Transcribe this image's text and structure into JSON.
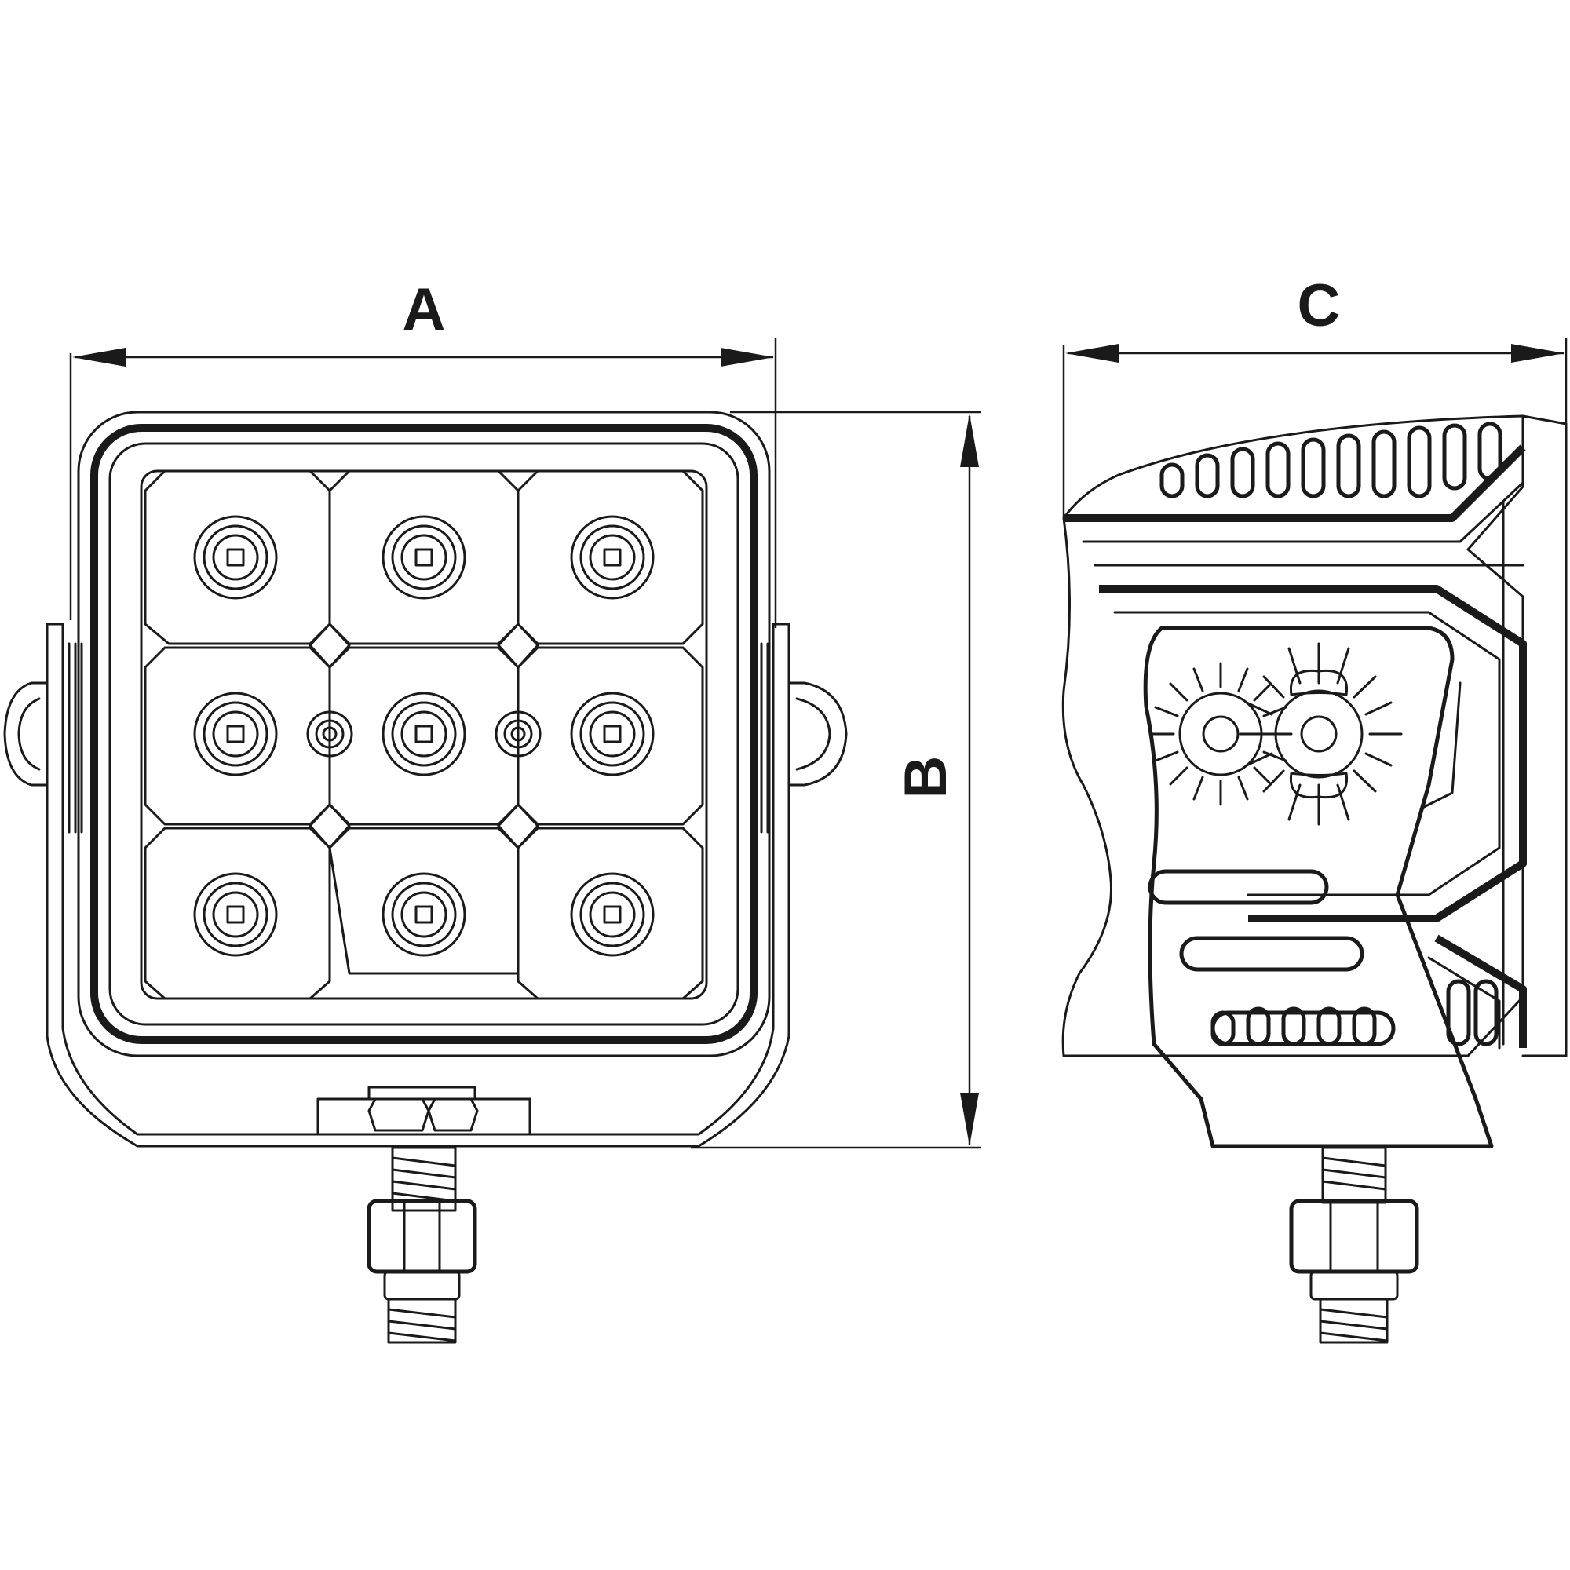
{
  "dimension_labels": {
    "width": "A",
    "height": "B",
    "depth": "C"
  }
}
